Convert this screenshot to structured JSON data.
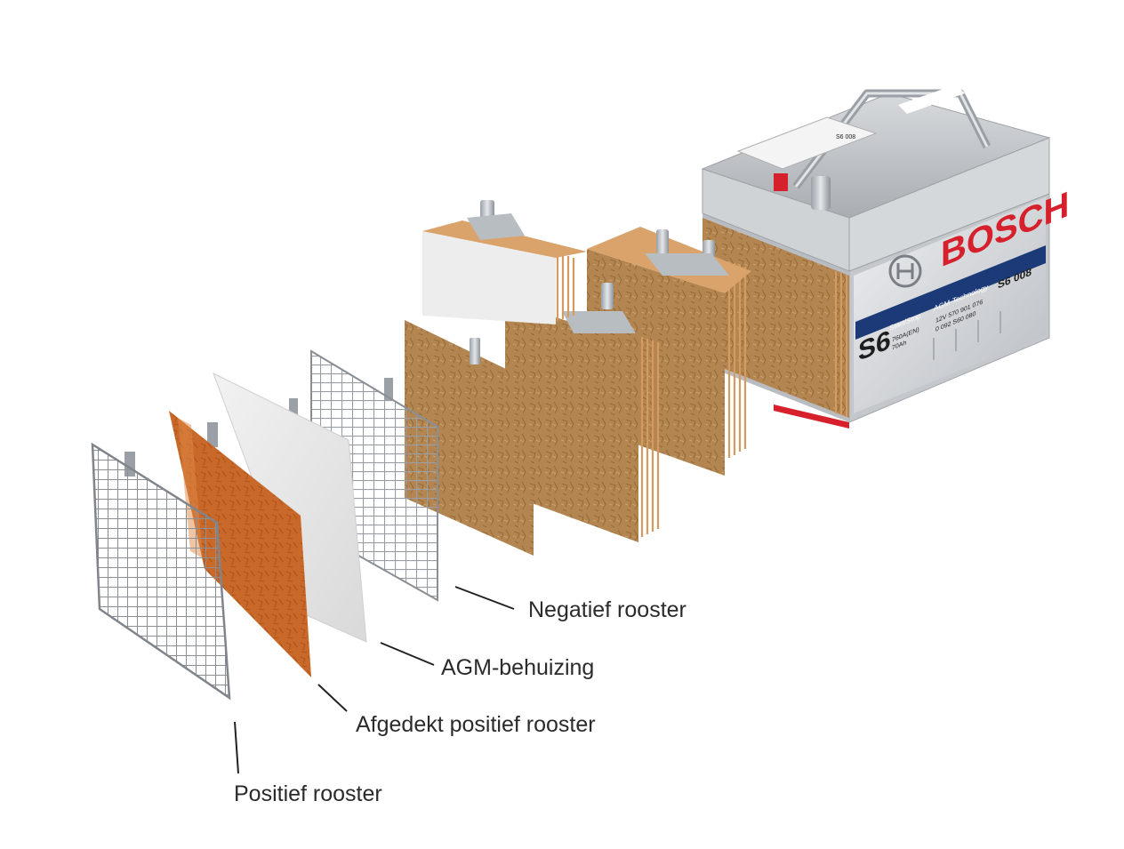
{
  "battery": {
    "brand": "BOSCH",
    "model_badge": "S6",
    "code_badge": "S6 008",
    "range_strip": "Start/Stop",
    "tech_strip": "AGM-Technology",
    "spec_current": "760A(EN)",
    "spec_capacity": "70Ah",
    "voltage_line": "12V 570 901 076",
    "part_number": "0 092 S60 080",
    "top_label_code": "S6 008"
  },
  "callouts": [
    {
      "id": "negatief",
      "text": "Negatief rooster"
    },
    {
      "id": "agm",
      "text": "AGM-behuizing"
    },
    {
      "id": "afgedekt",
      "text": "Afgedekt positief rooster"
    },
    {
      "id": "positief",
      "text": "Positief rooster"
    }
  ],
  "colors": {
    "grid_metal": "#8c8f93",
    "paste_orange": "#c86a26",
    "paste_brown": "#b58a50",
    "separator": "#e6e6e6",
    "bosch_red": "#d6202b",
    "strip_blue": "#1c3a78",
    "case_grey": "#c9ccd0"
  }
}
